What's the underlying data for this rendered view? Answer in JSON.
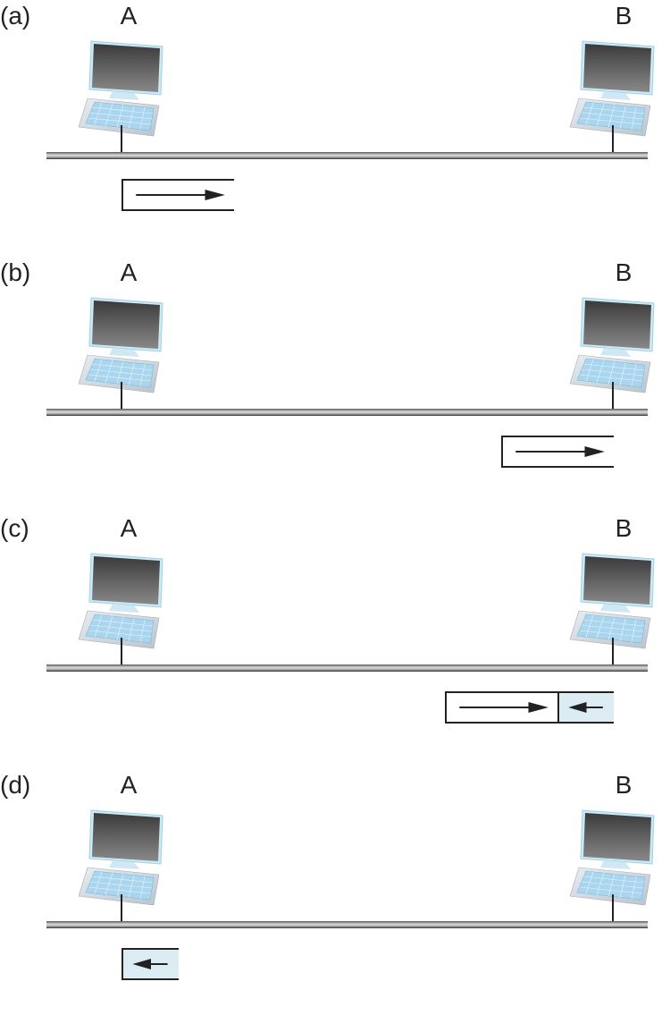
{
  "figure": {
    "panels": [
      {
        "label": "(a)",
        "host_a": "A",
        "host_b": "B",
        "frame": {
          "position": "near-A",
          "segments": [
            {
              "kind": "data",
              "direction": "right-arrow-icon"
            }
          ]
        }
      },
      {
        "label": "(b)",
        "host_a": "A",
        "host_b": "B",
        "frame": {
          "position": "near-B",
          "segments": [
            {
              "kind": "data",
              "direction": "right-arrow-icon"
            }
          ]
        }
      },
      {
        "label": "(c)",
        "host_a": "A",
        "host_b": "B",
        "frame": {
          "position": "near-B",
          "segments": [
            {
              "kind": "data",
              "direction": "right-arrow-icon"
            },
            {
              "kind": "ack",
              "direction": "left-arrow-icon"
            }
          ]
        }
      },
      {
        "label": "(d)",
        "host_a": "A",
        "host_b": "B",
        "frame": {
          "position": "near-A",
          "segments": [
            {
              "kind": "ack",
              "direction": "left-arrow-icon"
            }
          ]
        }
      }
    ],
    "colors": {
      "ack_fill": "#dbecf3",
      "stroke": "#222222"
    }
  }
}
